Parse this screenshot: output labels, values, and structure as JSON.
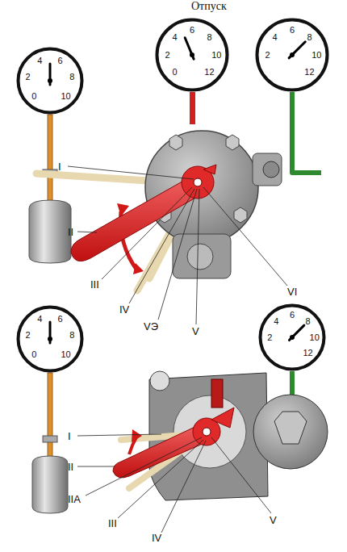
{
  "diagram": {
    "title": "Отпуск",
    "nodes": [
      {
        "text": [
          "0",
          "2",
          "4",
          "6",
          "8",
          "10"
        ]
      },
      {
        "text": [
          "0",
          "2",
          "4",
          "6",
          "8",
          "10",
          "12"
        ]
      },
      {
        "text": [
          "2",
          "4",
          "6",
          "8",
          "10",
          "12"
        ]
      },
      {
        "text": [
          "0",
          "2",
          "4",
          "6",
          "8",
          "10"
        ]
      },
      {
        "text": [
          "2",
          "4",
          "6",
          "8",
          "10",
          "12"
        ]
      }
    ],
    "labels": [
      "I",
      "II",
      "III",
      "IV",
      "VЭ",
      "V",
      "VI",
      "I",
      "II",
      "IIA",
      "III",
      "IV",
      "V"
    ]
  }
}
